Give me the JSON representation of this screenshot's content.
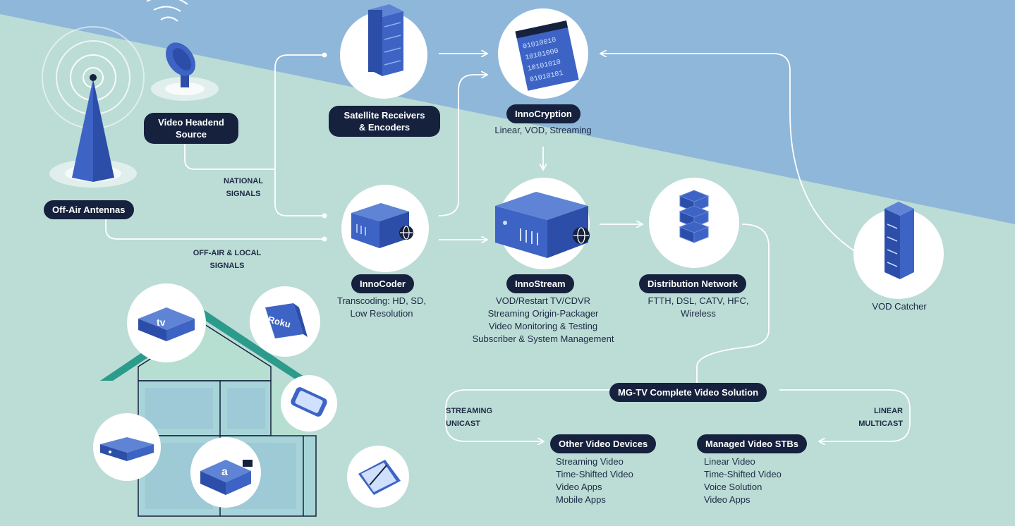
{
  "colors": {
    "sky": "#8fb7d9",
    "ground": "#bcdcd6",
    "label_bg": "#16213e",
    "device_blue": "#3d63c4",
    "line": "#ffffff"
  },
  "icons": {
    "antenna": "broadcast-tower-icon",
    "dish": "satellite-dish-icon",
    "rack": "server-rack-icon",
    "code": "binary-window-icon",
    "box": "server-box-icon",
    "globe": "globe-icon"
  },
  "nodes": {
    "off_air": {
      "label": "Off-Air Antennas"
    },
    "headend": {
      "label_line1": "Video Headend",
      "label_line2": "Source"
    },
    "satellite": {
      "label_line1": "Satellite Receivers",
      "label_line2": "& Encoders"
    },
    "innocryption": {
      "label": "InnoCryption",
      "desc": "Linear, VOD, Streaming"
    },
    "innocoder": {
      "label": "InnoCoder",
      "desc_line1": "Transcoding: HD, SD,",
      "desc_line2": "Low Resolution"
    },
    "innostream": {
      "label": "InnoStream",
      "desc": [
        "VOD/Restart TV/CDVR",
        "Streaming Origin-Packager",
        "Video Monitoring & Testing",
        "Subscriber & System Management"
      ]
    },
    "distribution": {
      "label": "Distribution Network",
      "desc_line1": "FTTH, DSL, CATV, HFC,",
      "desc_line2": "Wireless"
    },
    "vod_catcher": {
      "label": "VOD Catcher"
    },
    "mgtv": {
      "label": "MG-TV Complete Video Solution"
    },
    "other_devices": {
      "label": "Other Video Devices",
      "desc": [
        "Streaming Video",
        "Time-Shifted Video",
        "Video Apps",
        "Mobile Apps"
      ]
    },
    "managed_stbs": {
      "label": "Managed Video STBs",
      "desc": [
        "Linear Video",
        "Time-Shifted Video",
        "Voice Solution",
        "Video Apps"
      ]
    }
  },
  "signals": {
    "national_line1": "NATIONAL",
    "national_line2": "SIGNALS",
    "offair_line1": "OFF-AIR & LOCAL",
    "offair_line2": "SIGNALS",
    "streaming_line1": "STREAMING",
    "streaming_line2": "UNICAST",
    "linear_line1": "LINEAR",
    "linear_line2": "MULTICAST"
  },
  "devices": {
    "appletv_text": "tv",
    "roku_text": "Roku",
    "amazon_text": "a"
  }
}
